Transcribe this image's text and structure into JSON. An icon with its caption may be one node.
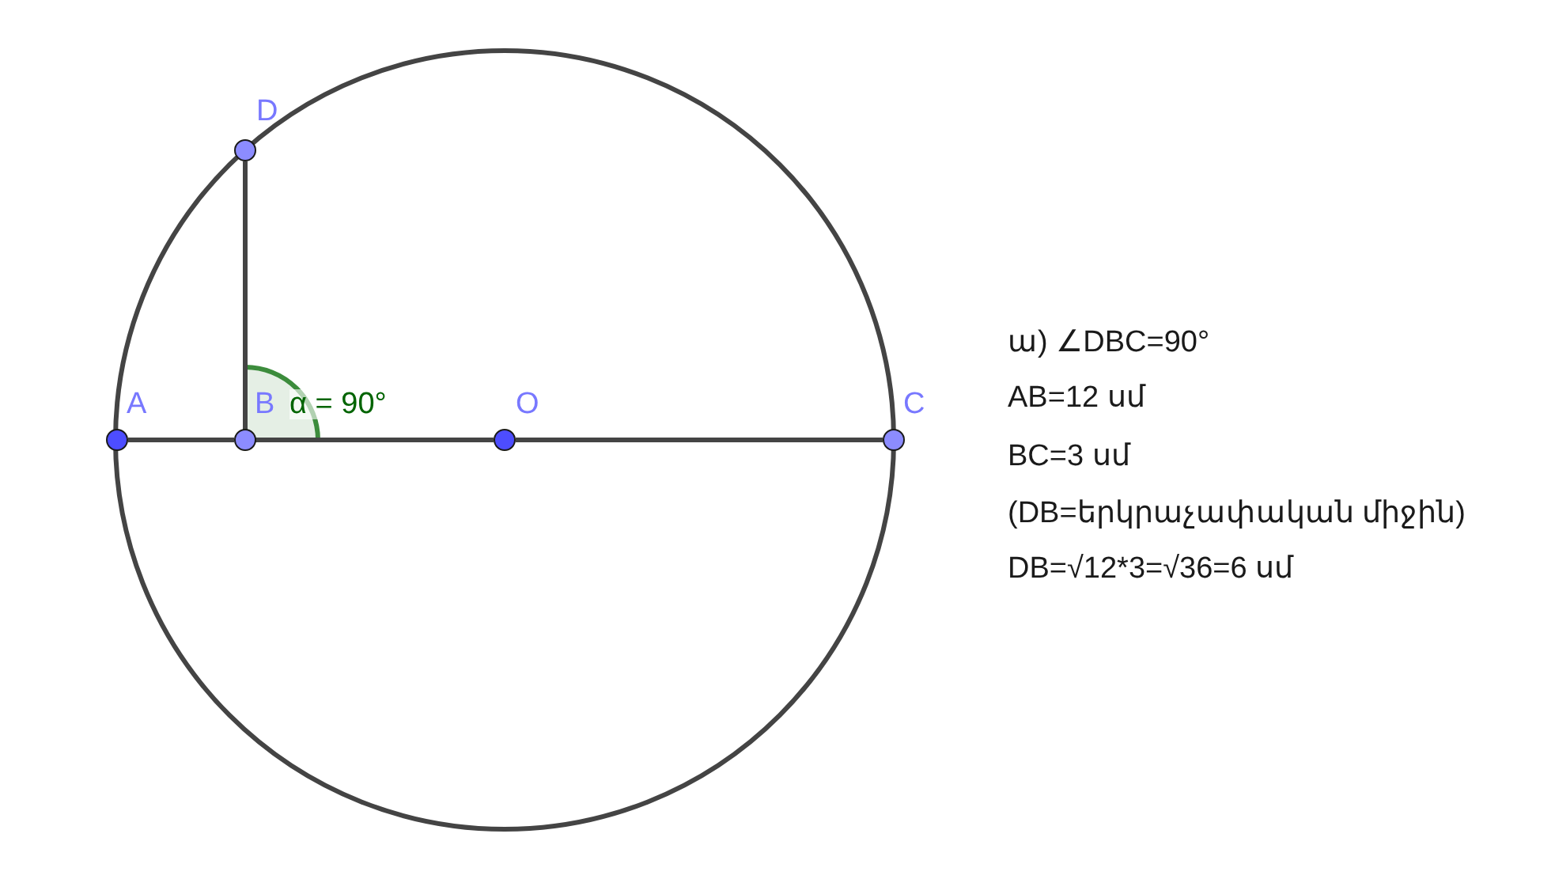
{
  "diagram": {
    "nodes": [
      {
        "text": [],
        "shape": "circle",
        "beside": [
          "D"
        ]
      },
      {
        "text": [],
        "shape": "circle",
        "beside": [
          "A"
        ]
      },
      {
        "text": [],
        "shape": "circle",
        "beside": [
          "B"
        ]
      },
      {
        "text": [],
        "shape": "circle",
        "beside": [
          "O"
        ]
      },
      {
        "text": [],
        "shape": "circle",
        "beside": [
          "C"
        ]
      }
    ],
    "edges": [
      {
        "from": 1,
        "to": 2,
        "arrow": "none"
      },
      {
        "from": 2,
        "to": 3,
        "arrow": "none"
      },
      {
        "from": 3,
        "to": 4,
        "arrow": "none"
      },
      {
        "from": 2,
        "to": 0,
        "arrow": "none"
      }
    ],
    "labels": [
      "α = 90°",
      "ա) ∠DBC=90°",
      "AB=12 սմ",
      "BC=3 սմ",
      "(DB=երկրաչափական միջին)",
      "DB=√12*3=√36=6 սմ"
    ]
  }
}
